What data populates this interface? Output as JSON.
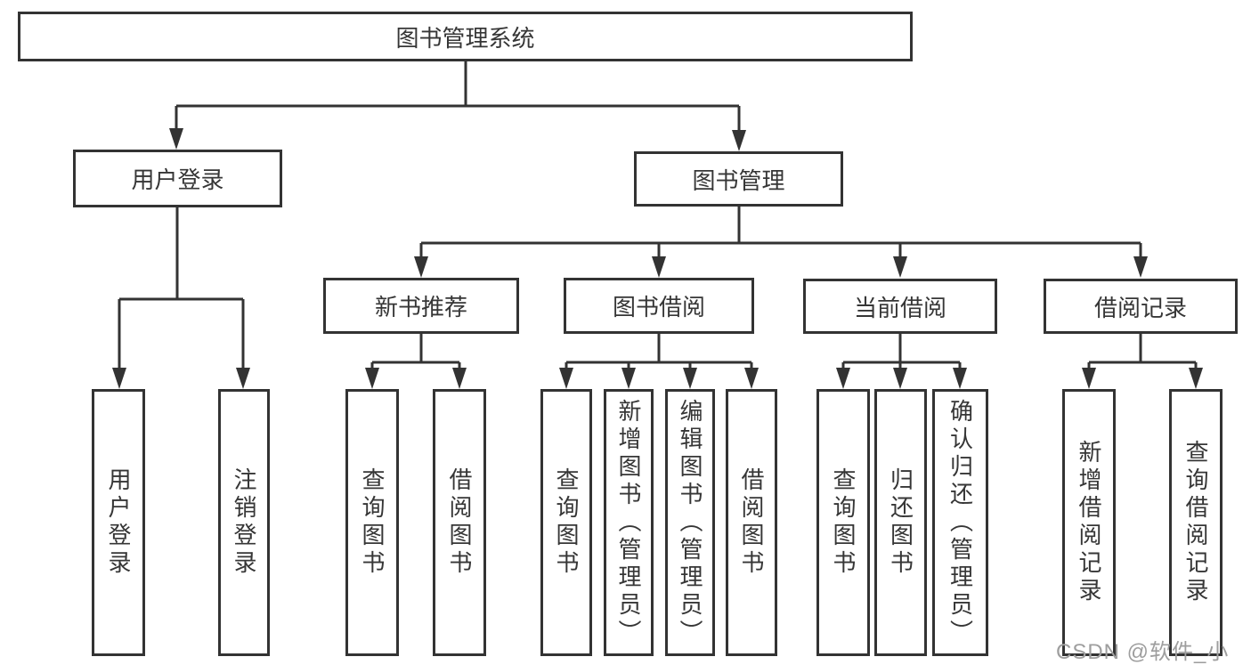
{
  "diagram": {
    "title": "图书管理系统",
    "level2": {
      "user_login": "用户登录",
      "book_management": "图书管理"
    },
    "level3": {
      "new_book": "新书推荐",
      "book_borrow": "图书借阅",
      "current_borrow": "当前借阅",
      "borrow_record": "借阅记录"
    },
    "leaves": {
      "user_login": [
        "用户登录",
        "注销登录"
      ],
      "new_book": [
        "查询图书",
        "借阅图书"
      ],
      "book_borrow": [
        "查询图书",
        "新增图书（管理员）",
        "编辑图书（管理员）",
        "借阅图书"
      ],
      "current_borrow": [
        "查询图书",
        "归还图书",
        "确认归还（管理员）"
      ],
      "borrow_record": [
        "新增借阅记录",
        "查询借阅记录"
      ]
    }
  },
  "watermark": "CSDN @软件_小贺同学",
  "colors": {
    "line": "#333333",
    "text": "#363636",
    "watermark": "#9e9e9e",
    "background": "#ffffff"
  }
}
